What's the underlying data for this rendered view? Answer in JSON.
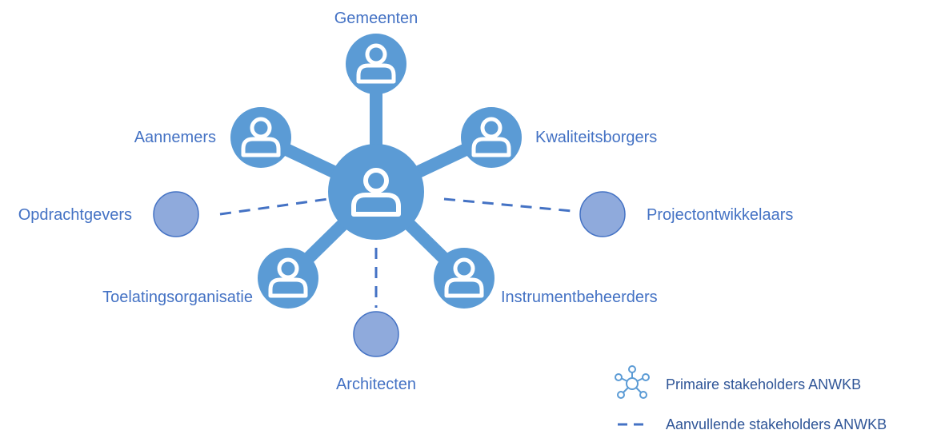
{
  "colors": {
    "primary_node": "#5B9BD5",
    "secondary_node": "#8FAADC",
    "secondary_stroke": "#4472C4",
    "label": "#4472C4",
    "dash": "#4472C4",
    "icon": "#ffffff"
  },
  "labels": {
    "gemeenten": "Gemeenten",
    "aannemers": "Aannemers",
    "kwaliteitsborgers": "Kwaliteitsborgers",
    "opdrachtgevers": "Opdrachtgevers",
    "projectontwikkelaars": "Projectontwikkelaars",
    "toelatingsorganisatie": "Toelatingsorganisatie",
    "instrumentbeheerders": "Instrumentbeheerders",
    "architecten": "Architecten"
  },
  "legend": {
    "primary": "Primaire stakeholders ANWKB",
    "supplementary": "Aanvullende stakeholders ANWKB",
    "primary_icon": "network-icon",
    "supplementary_icon": "dashed-line-icon"
  }
}
